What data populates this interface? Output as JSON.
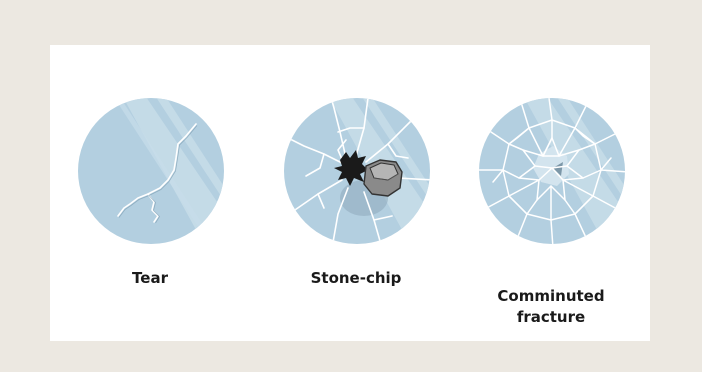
{
  "figure": {
    "items": [
      {
        "label_lines": [
          "Tear"
        ],
        "icon": "glass-tear-illustration"
      },
      {
        "label_lines": [
          "Stone-chip"
        ],
        "icon": "glass-stone-chip-illustration"
      },
      {
        "label_lines": [
          "Comminuted",
          "fracture"
        ],
        "icon": "glass-comminuted-fracture-illustration"
      }
    ]
  },
  "colors": {
    "background": "#ece8e1",
    "panel": "#ffffff",
    "glass": "#b3cfe0",
    "crack": "#ffffff",
    "stone": "#8a8a8a",
    "impact": "#1a1a1a"
  }
}
